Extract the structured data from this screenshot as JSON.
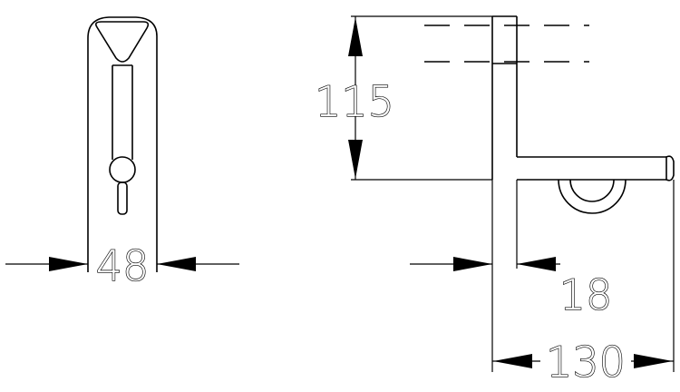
{
  "dimensions": {
    "width_label": "48",
    "height_label": "115",
    "depth_label": "18",
    "length_label": "130"
  }
}
